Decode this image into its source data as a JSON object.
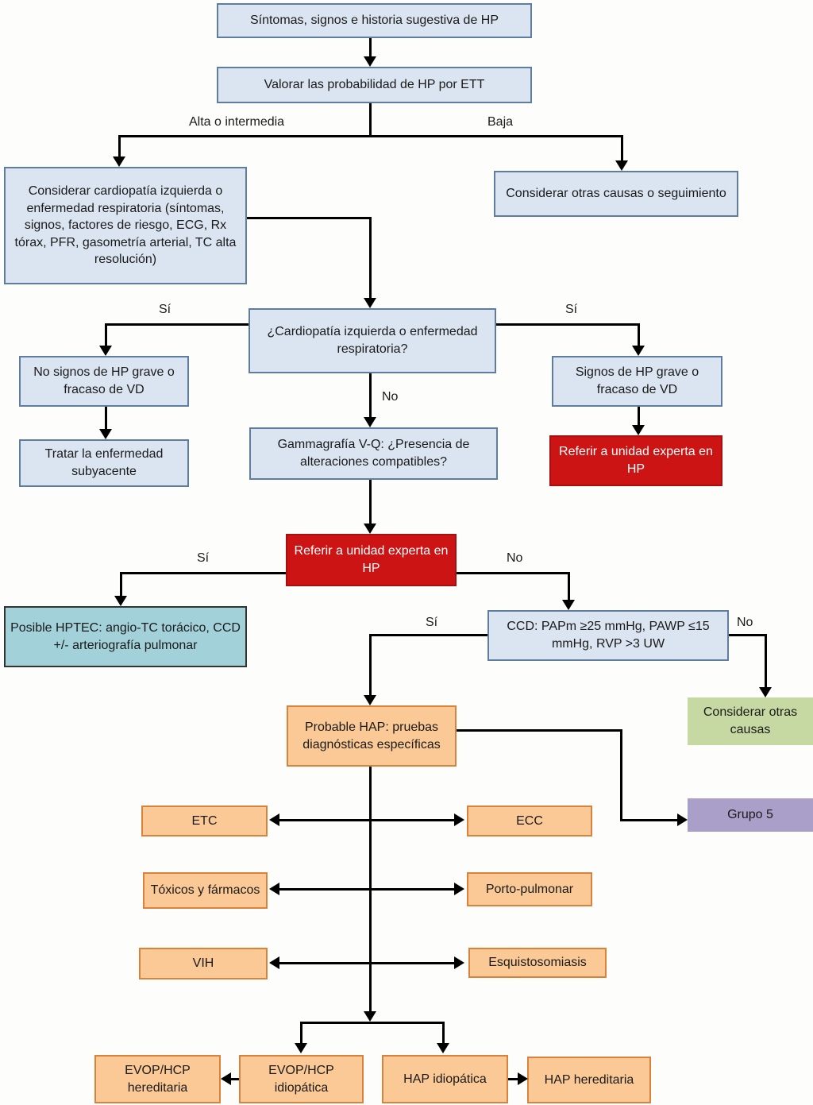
{
  "nodes": {
    "sintomas": {
      "text": "Síntomas, signos e historia sugestiva de HP"
    },
    "valorar": {
      "text": "Valorar las probabilidad de HP por ETT"
    },
    "considerar_cardio": {
      "text": "Considerar cardiopatía izquierda o enfermedad respiratoria (síntomas, signos, factores de riesgo, ECG, Rx tórax, PFR, gasometría arterial, TC alta resolución)"
    },
    "otras_causas_seguimiento": {
      "text": "Considerar otras causas o seguimiento"
    },
    "pregunta_cardio": {
      "text": "¿Cardiopatía izquierda o enfermedad respiratoria?"
    },
    "no_signos": {
      "text": "No signos de HP grave o fracaso de VD"
    },
    "tratar": {
      "text": "Tratar la enfermedad subyacente"
    },
    "signos_graves": {
      "text": "Signos de HP grave o fracaso de VD"
    },
    "referir_1": {
      "text": "Referir a unidad experta en HP"
    },
    "gammagrafia": {
      "text": "Gammagrafía V-Q: ¿Presencia de alteraciones compatibles?"
    },
    "referir_2": {
      "text": "Referir a unidad experta en HP"
    },
    "hptec": {
      "text": "Posible HPTEC: angio-TC torácico, CCD +/- arteriografía pulmonar"
    },
    "ccd": {
      "text": "CCD: PAPm ≥25 mmHg, PAWP ≤15 mmHg, RVP >3 UW"
    },
    "otras_causas": {
      "text": "Considerar otras causas"
    },
    "probable_hap": {
      "text": "Probable HAP: pruebas diagnósticas específicas"
    },
    "grupo5": {
      "text": "Grupo 5"
    },
    "etc": {
      "text": "ETC"
    },
    "ecc": {
      "text": "ECC"
    },
    "toxicos": {
      "text": "Tóxicos y fármacos"
    },
    "porto": {
      "text": "Porto-pulmonar"
    },
    "vih": {
      "text": "VIH"
    },
    "esquistosomiasis": {
      "text": "Esquistosomiasis"
    },
    "evop_hereditaria": {
      "text": "EVOP/HCP hereditaria"
    },
    "evop_idiopatica": {
      "text": "EVOP/HCP idiopática"
    },
    "hap_idiopatica": {
      "text": "HAP idiopática"
    },
    "hap_hereditaria": {
      "text": "HAP hereditaria"
    }
  },
  "edge_labels": {
    "alta_intermedia": "Alta o intermedia",
    "baja": "Baja",
    "si_izquierda": "Sí",
    "si_derecha": "Sí",
    "no_centro": "No",
    "si_vq": "Sí",
    "no_vq": "No",
    "si_ccd": "Sí",
    "no_ccd": "No"
  },
  "colors": {
    "blue_fill": "#dbe5f1",
    "blue_border": "#5f7d9e",
    "red_fill": "#cc1414",
    "red_border": "#a81010",
    "teal_fill": "#a2d1da",
    "teal_border": "#333333",
    "green_fill": "#c6d9a2",
    "purple_fill": "#a99fc8",
    "orange_fill": "#fbc995",
    "orange_border": "#d9823c",
    "line": "#000000",
    "text": "#1a1a1a"
  }
}
